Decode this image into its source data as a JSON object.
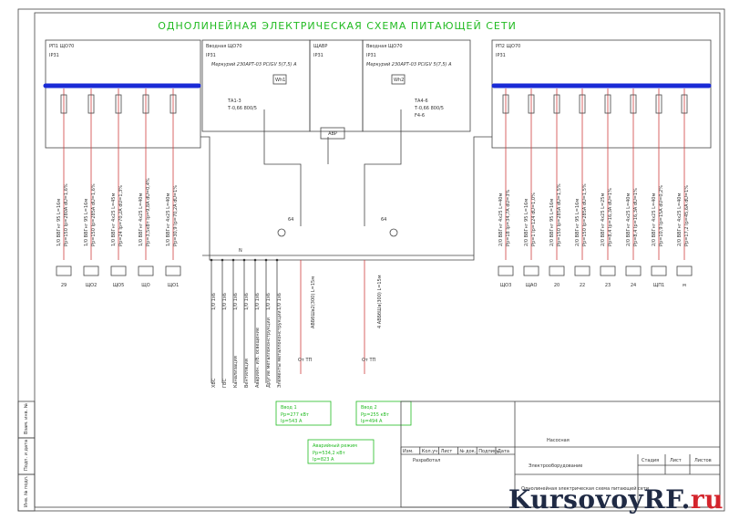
{
  "title": "ОДНОЛИНЕЙНАЯ ЭЛЕКТРИЧЕСКАЯ СХЕМА ПИТАЮЩЕЙ СЕТИ",
  "cabinets": {
    "left_panel": {
      "name": "РП1  ЩО70",
      "ip": "IP31"
    },
    "left_input": {
      "name": "Вводная  ЩО70",
      "ip": "IP31",
      "meter": "Меркурий 230АРТ-03 PCIGV 5(7,5) A",
      "meter_tag": "Wh1",
      "ct": "ТА1-3",
      "ct_type": "Т-0,66 800/5"
    },
    "middle": {
      "name": "ЩАВР",
      "ip": "IP31",
      "avr": "АВР"
    },
    "right_input": {
      "name": "Вводная  ЩО70",
      "ip": "IP31",
      "meter": "Меркурий 230АРТ-03 PCIGV 5(7,5) A",
      "meter_tag": "Wh2",
      "ct": "ТА4-6",
      "ct_type": "Т-0,66 800/5",
      "fuse": "F4-6"
    },
    "right_panel": {
      "name": "РП2  ЩО70",
      "ip": "IP31"
    }
  },
  "bus_label": "N",
  "switch_left": "64",
  "switch_right": "64",
  "left_feeders": [
    {
      "line": "1/0 ВВГнг 95 L=16м",
      "data": "Рр=150  Iр=280А dU=1,6%",
      "load": "",
      "num": "29"
    },
    {
      "line": "1/0 ВВГнг 95 L=16м",
      "data": "Рр=150  Iр=285А dU=1,6%",
      "load": "ЩО2",
      "num": ""
    },
    {
      "line": "1/0 ВВГнг 4х25 L=45м",
      "data": "Рр=24  Iр=70,2А dU=1,3%",
      "load": "ЩО5",
      "num": ""
    },
    {
      "line": "1/0 ВВГнг 4х25 L=40м",
      "data": "Рр=3,5кВт Iр=9,8А dU=0,4%",
      "load": "ЩО",
      "num": ""
    },
    {
      "line": "1/0 ВВГнг 4х25 L=40м",
      "data": "Рр=30,9  Iр=70,2А dU=1%",
      "load": "ЩО1",
      "num": ""
    }
  ],
  "right_feeders": [
    {
      "line": "2/0 ВВГнг 4х25 L=40м",
      "data": "Рр=18  Iр=34,7А dU=3%",
      "load": "ЩО3",
      "num": ""
    },
    {
      "line": "2/0 ВВГнг 95 L=16м",
      "data": "Рр=1  Iр=124 dU=1,0%",
      "load": "ЩАО",
      "num": ""
    },
    {
      "line": "2/0 ВВГнг 95 L=16м",
      "data": "Рр=150  Iр=285А dU=1,5%",
      "load": "",
      "num": "20"
    },
    {
      "line": "2/0 ВВГнг 95 L=16м",
      "data": "Рр=150  Iр=285А dU=1,5%",
      "load": "",
      "num": "22"
    },
    {
      "line": "2/0 ВВГнг 4х25 L=25м",
      "data": "Рр=8,4  Iр=16,3А dU=1%",
      "load": "",
      "num": "23"
    },
    {
      "line": "2/0 ВВГнг 4х25 L=40м",
      "data": "Рр=8,4  Iр=16,3А dU=1%",
      "load": "",
      "num": "24"
    },
    {
      "line": "2/0 ВВГнг 4х25 L=40м",
      "data": "Рр=10,9  Iр=15А dU=0,2%",
      "load": "ЩП1",
      "num": ""
    },
    {
      "line": "2/0 ВВГнг 4х25 L=40м",
      "data": "Рр=17,2  Iр=45,6А dU=1%",
      "load": "",
      "num": "м"
    }
  ],
  "bottom_lines": [
    {
      "cable": "1/0 1x6",
      "desc": "ХВС"
    },
    {
      "cable": "1/0 1x6",
      "desc": "ГВС"
    },
    {
      "cable": "1/0 1x6",
      "desc": "Канализация"
    },
    {
      "cable": "1/0 1x6",
      "desc": "Вентиляция"
    },
    {
      "cable": "1/0 1x6",
      "desc": "Аварийн. и/б. освещение"
    },
    {
      "cable": "1/0 1x6",
      "desc": "Другие металлоконструкции"
    },
    {
      "cable": "1/0 1x6",
      "desc": "Элементы металлоконструкции"
    }
  ],
  "incomers": [
    {
      "cable": "АВБбШв2(300) L=15м",
      "to": "От ТП"
    },
    {
      "cable": "4 АВБбШв(300) L=15м",
      "to": "От ТП"
    }
  ],
  "green_boxes": {
    "input1": {
      "title": "Ввод 1",
      "p": "Рр=277 кВт",
      "i": "Ip=543 А"
    },
    "input2": {
      "title": "Ввод 2",
      "p": "Рр=255 кВт",
      "i": "Ip=494 А"
    },
    "emergency": {
      "title": "Аварийный режим",
      "p": "Рр=534,2 кВт",
      "i": "Ip=823 А"
    }
  },
  "title_block": {
    "project": "Насосная",
    "section": "Электрооборудование",
    "drawing_name": "Однолинейная электрическая схема питающей сети",
    "stage_label": "Стадия",
    "sheet_label": "Лист",
    "sheets_label": "Листов",
    "developer_label": "Разработал",
    "header_cells": [
      "Изм.",
      "Кол.уч",
      "Лист",
      "№ док.",
      "Подпись",
      "Дата"
    ],
    "side_stamp": [
      "Взам. инв. №",
      "Подп. и дата",
      "Инв. № подл."
    ]
  },
  "watermark": {
    "main": "KursovoyRF",
    "dot": ".",
    "tld": "ru"
  },
  "colors": {
    "bus": "#1a2bd6",
    "frame": "#444444",
    "green": "#22bb22",
    "red": "#cc2222"
  }
}
